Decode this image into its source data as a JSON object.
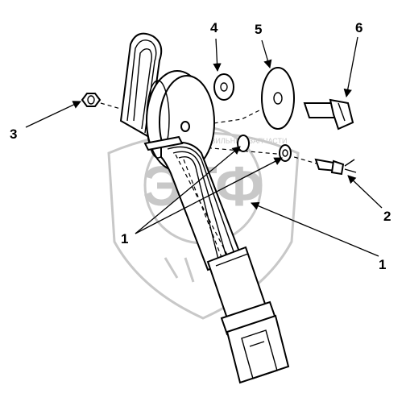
{
  "diagram": {
    "callouts": [
      {
        "id": "c1a",
        "label": "1"
      },
      {
        "id": "c1b",
        "label": "1"
      },
      {
        "id": "c2",
        "label": "2"
      },
      {
        "id": "c3",
        "label": "3"
      },
      {
        "id": "c4",
        "label": "4"
      },
      {
        "id": "c5",
        "label": "5"
      },
      {
        "id": "c6",
        "label": "6"
      }
    ],
    "watermark": {
      "logo_text": "ЭТФ",
      "arc_text": "ПРАВИЛЬНЫЕ ЗАПЧАСТИ"
    },
    "colors": {
      "line": "#000000",
      "watermark": "#c8c8c8",
      "background": "#ffffff"
    }
  }
}
